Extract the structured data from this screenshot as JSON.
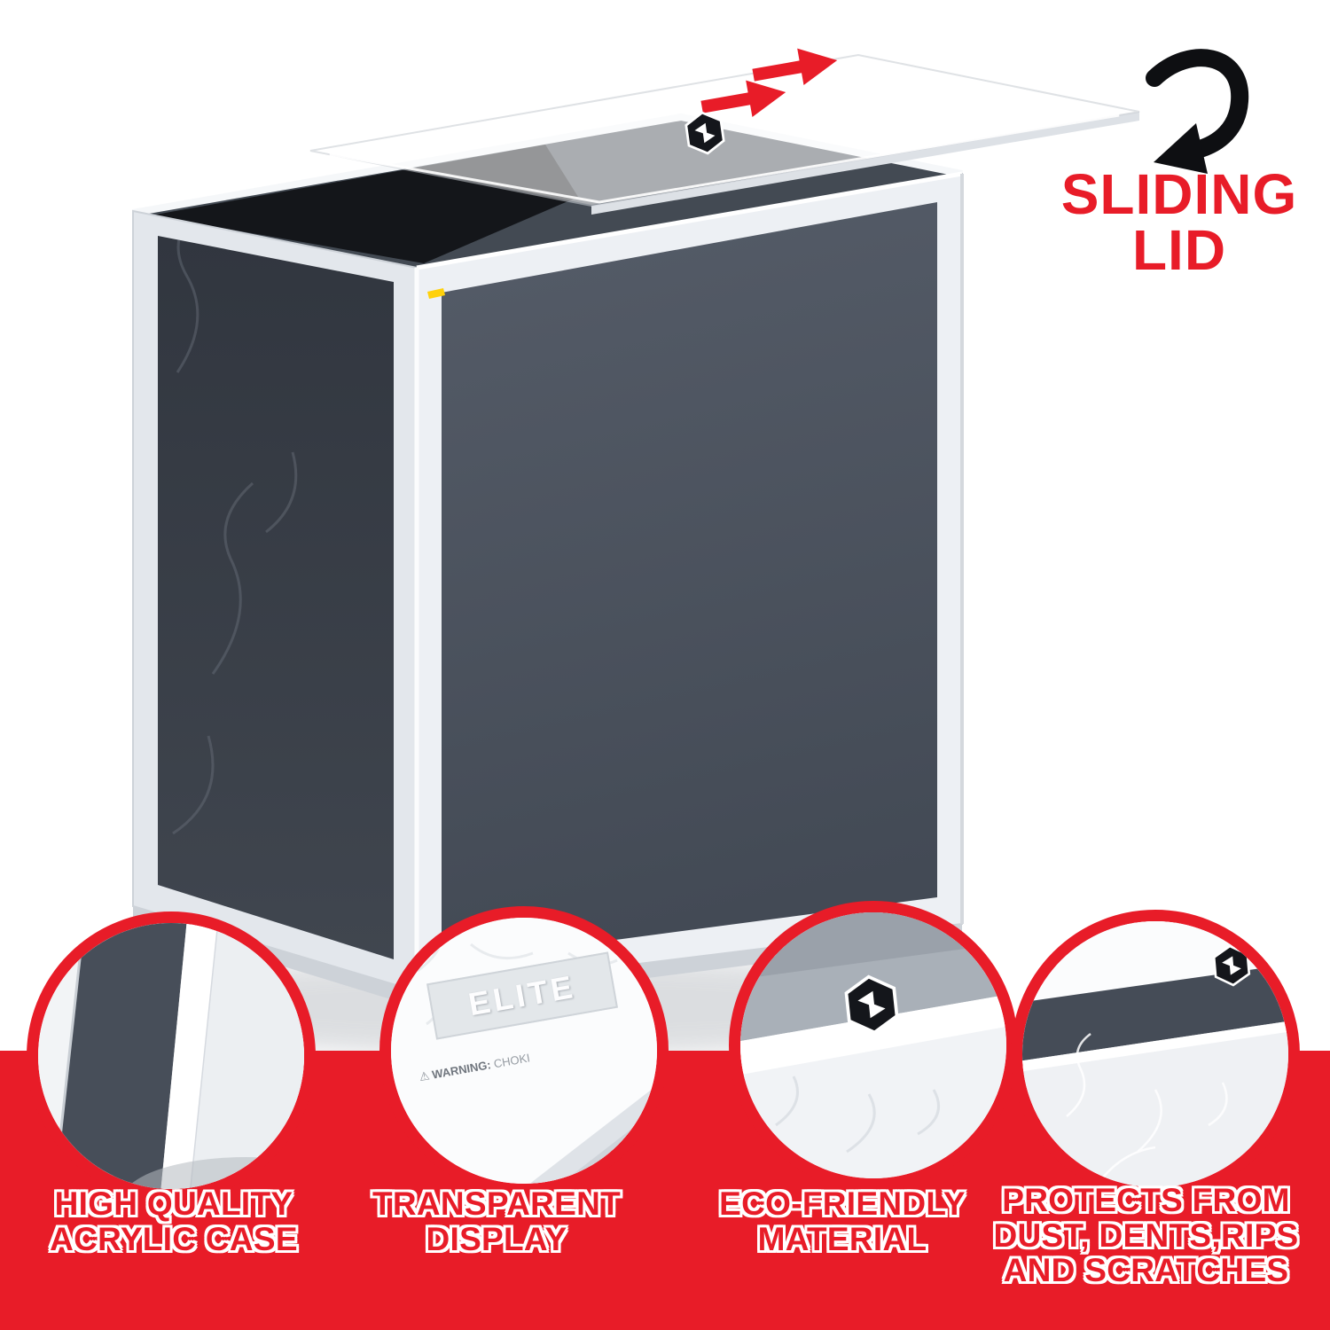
{
  "colors": {
    "accent_red": "#e81c28",
    "band_red": "#e81c28",
    "case_panel_slate": "#4a515c",
    "case_interior_dark": "#14161a",
    "acrylic_frame": "#edf0f4",
    "arrow_black": "#0e0f12",
    "yellow_tab": "#ffd10a"
  },
  "sliding_lid": {
    "label_lines": [
      "SLIDING",
      "LID"
    ]
  },
  "features": [
    {
      "lines": [
        "HIGH QUALITY",
        "ACRYLIC CASE"
      ]
    },
    {
      "lines": [
        "TRANSPARENT",
        "DISPLAY"
      ]
    },
    {
      "lines": [
        "ECO-FRIENDLY",
        "MATERIAL"
      ]
    },
    {
      "lines": [
        "PROTECTS FROM",
        "DUST, DENTS,RIPS",
        "AND SCRATCHES"
      ]
    }
  ],
  "detail_circles": [
    {
      "name": "high-quality-acrylic-corner"
    },
    {
      "name": "transparent-display",
      "brand_text": "ELITE",
      "warning_icon": "⚠",
      "warning_prefix": "WARNING:",
      "warning_text": "CHOKI"
    },
    {
      "name": "eco-friendly-material"
    },
    {
      "name": "protection-surface"
    }
  ]
}
